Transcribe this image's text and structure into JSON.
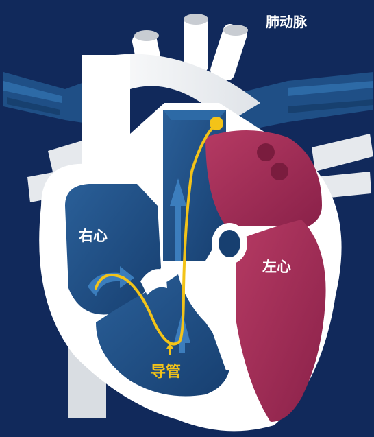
{
  "labels": {
    "pulmonary_artery": "肺动脉",
    "right_heart": "右心",
    "left_heart": "左心",
    "catheter": "导管"
  },
  "colors": {
    "background": "#11295b",
    "heart_outline": "#ffffff",
    "right_heart_chamber": "#1f4f86",
    "left_heart_chamber": "#9e2b55",
    "catheter": "#f3c318",
    "catheter_label": "#f3c318"
  },
  "icons": [
    "blood-flow-arrow-icon",
    "catheter-tip-icon"
  ]
}
